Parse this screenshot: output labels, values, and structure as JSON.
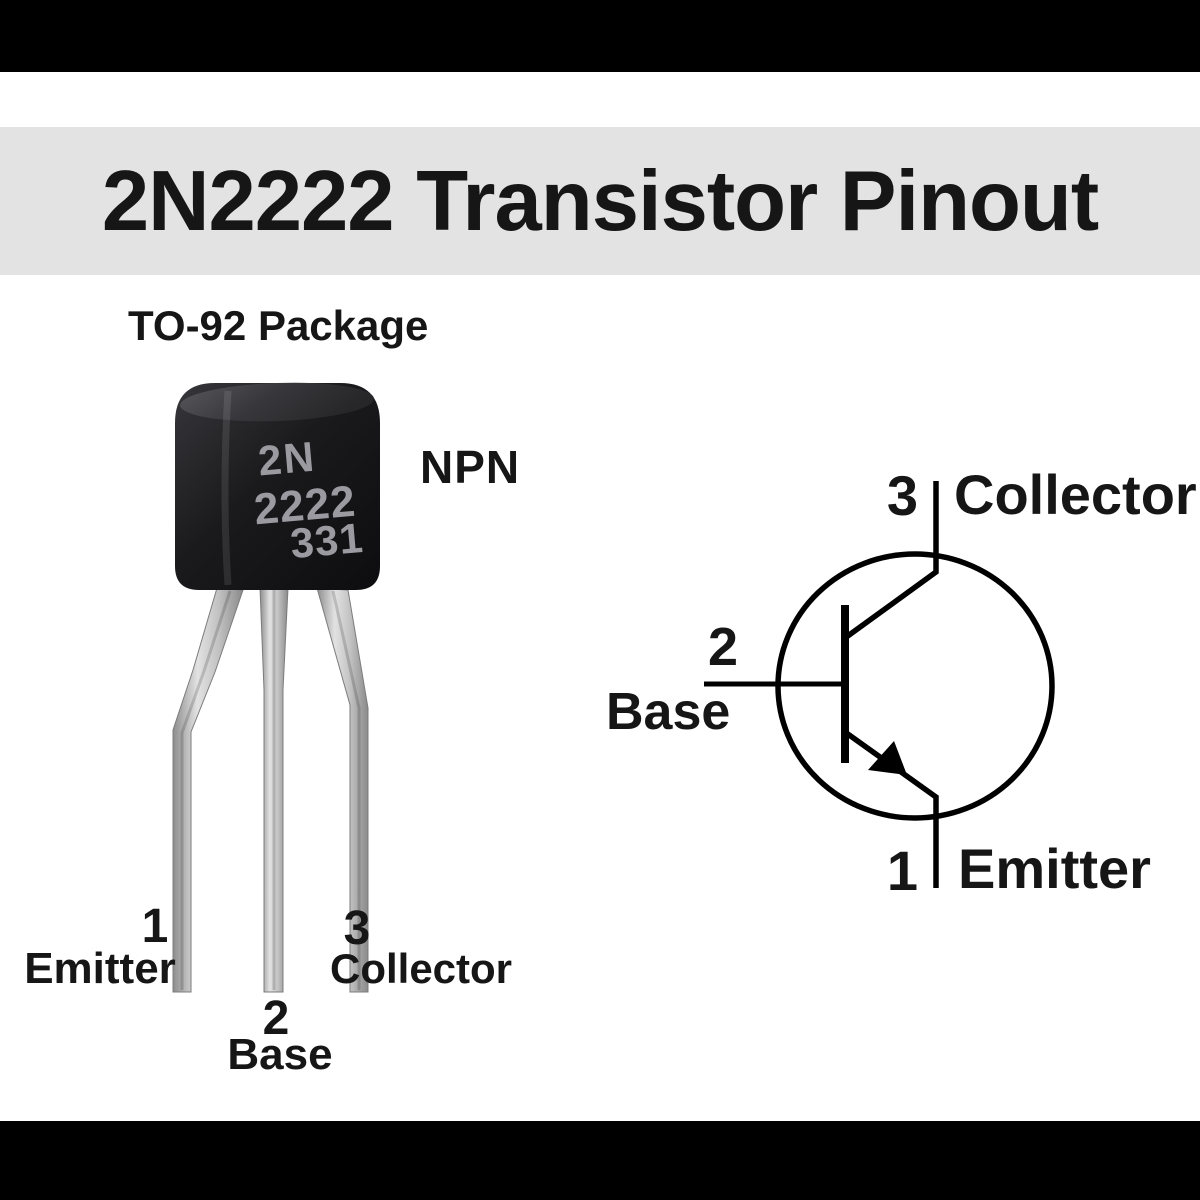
{
  "title": "2N2222 Transistor Pinout",
  "package": {
    "label": "TO-92 Package",
    "transistor_type": "NPN",
    "markings": {
      "line1": "2N",
      "line2": "2222",
      "line3": "331"
    },
    "pins": [
      {
        "number": "1",
        "name": "Emitter"
      },
      {
        "number": "2",
        "name": "Base"
      },
      {
        "number": "3",
        "name": "Collector"
      }
    ]
  },
  "schematic": {
    "pins": [
      {
        "number": "3",
        "name": "Collector"
      },
      {
        "number": "2",
        "name": "Base"
      },
      {
        "number": "1",
        "name": "Emitter"
      }
    ]
  },
  "colors": {
    "bar": "#000000",
    "band": "#e3e3e3",
    "ink": "#161616",
    "body": "#1b1b1e",
    "marking": "#9a9aa0",
    "leg": "#c6c6c6",
    "line": "#000000"
  }
}
